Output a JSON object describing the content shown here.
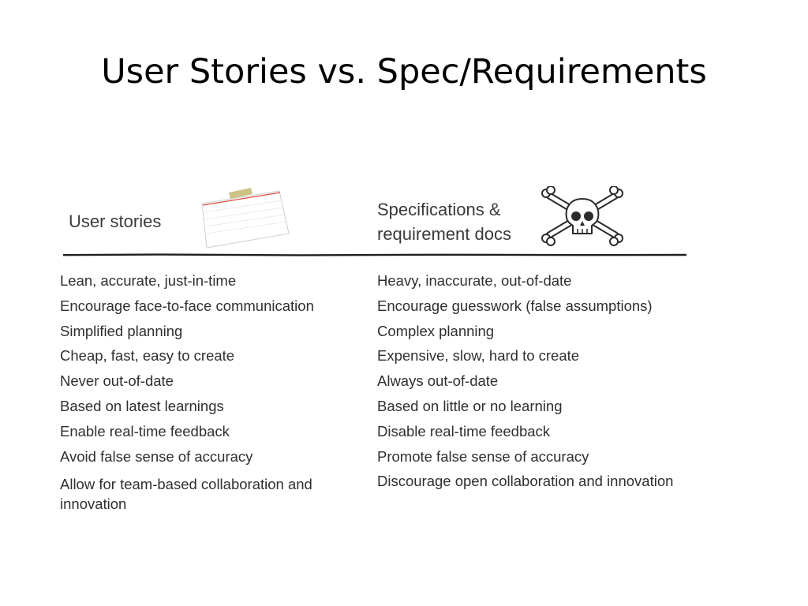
{
  "slide": {
    "title": "User Stories vs. Spec/Requirements"
  },
  "left_column": {
    "heading": "User stories",
    "items": [
      "Lean, accurate, just-in-time",
      "Encourage face-to-face communication",
      "Simplified planning",
      "Cheap, fast, easy to create",
      "Never out-of-date",
      "Based on latest learnings",
      "Enable real-time feedback",
      "Avoid false sense of accuracy",
      "Allow for team-based collaboration and innovation"
    ]
  },
  "right_column": {
    "heading_line1": "Specifications &",
    "heading_line2": "requirement docs",
    "items": [
      "Heavy, inaccurate, out-of-date",
      "Encourage guesswork (false assumptions)",
      "Complex planning",
      "Expensive, slow, hard to create",
      "Always out-of-date",
      "Based on little or no learning",
      "Disable real-time feedback",
      "Promote false sense of accuracy",
      "Discourage open collaboration and innovation"
    ]
  },
  "icons": {
    "left": "index-card-icon",
    "right": "skull-and-crossbones-icon"
  },
  "colors": {
    "card_red_line": "#e2493b",
    "tape": "#c9bd7a",
    "text": "#2f2f2f"
  }
}
